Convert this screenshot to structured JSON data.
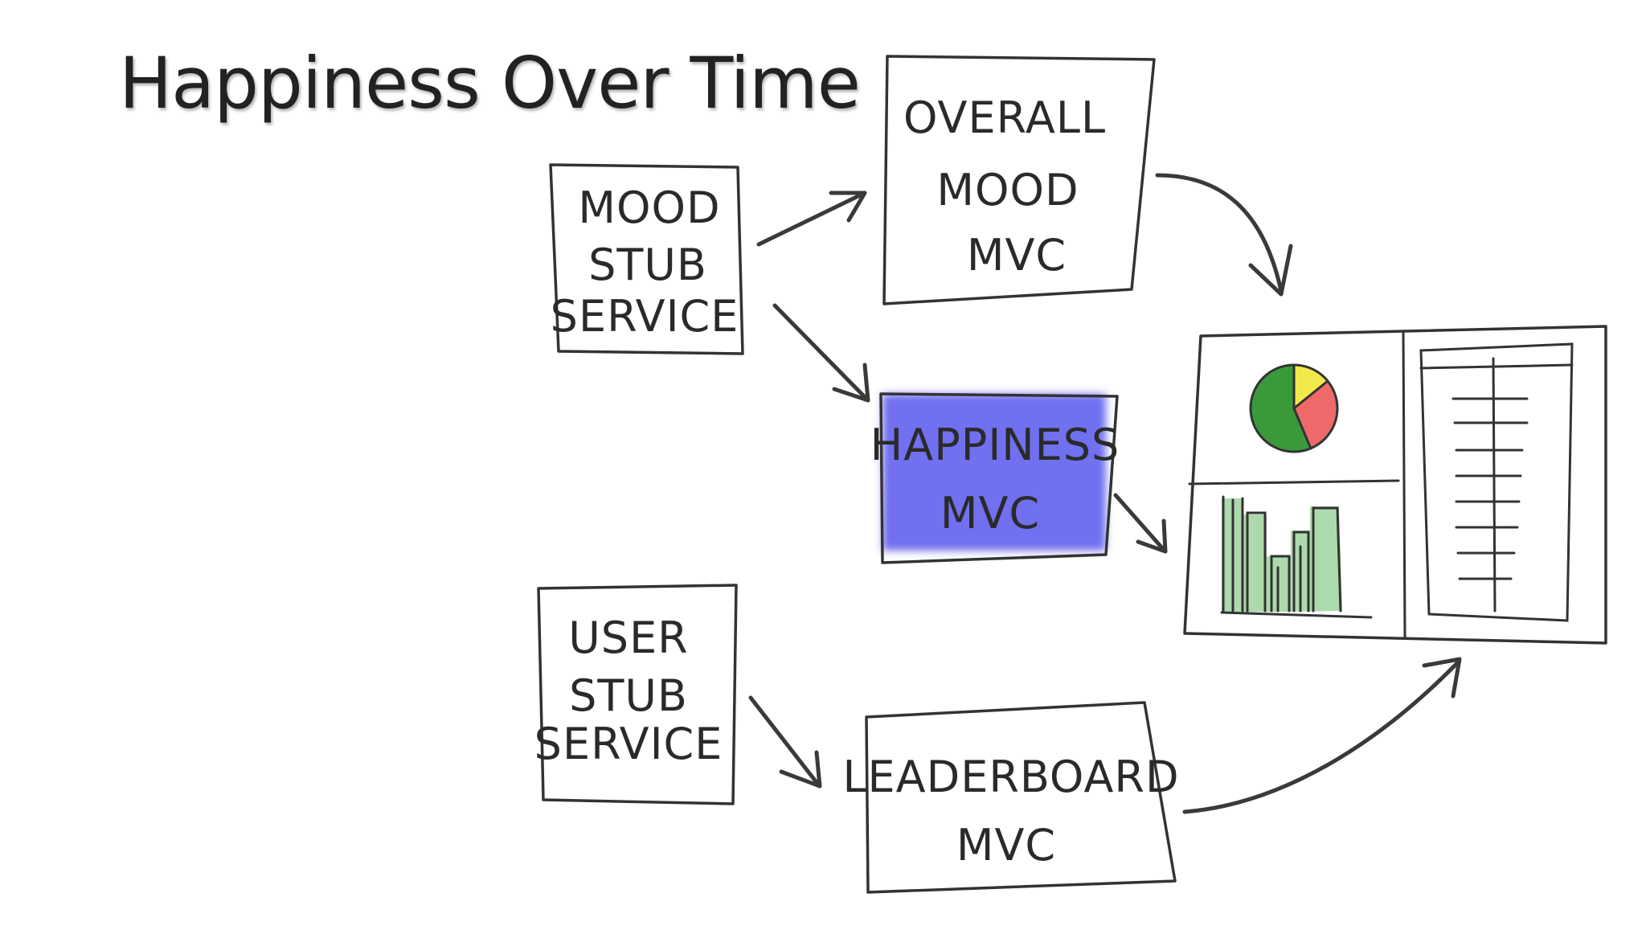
{
  "slide": {
    "title": "Happiness Over Time"
  },
  "boxes": {
    "mood_stub_service": [
      "MOOD",
      "STUB",
      "SERVICE"
    ],
    "overall_mood_mvc": [
      "OVERALL",
      "MOOD",
      "MVC"
    ],
    "happiness_mvc": [
      "HAPPINESS",
      "MVC"
    ],
    "user_stub_service": [
      "USER",
      "STUB",
      "SERVICE"
    ],
    "leaderboard_mvc": [
      "LEADERBOARD",
      "MVC"
    ]
  },
  "colors": {
    "happiness_highlight": "#6f6ff0",
    "pie_green": "#3a9a3a",
    "pie_yellow": "#f2ea4a",
    "pie_red": "#ee6a6a",
    "bars_green": "#9fd49f"
  }
}
